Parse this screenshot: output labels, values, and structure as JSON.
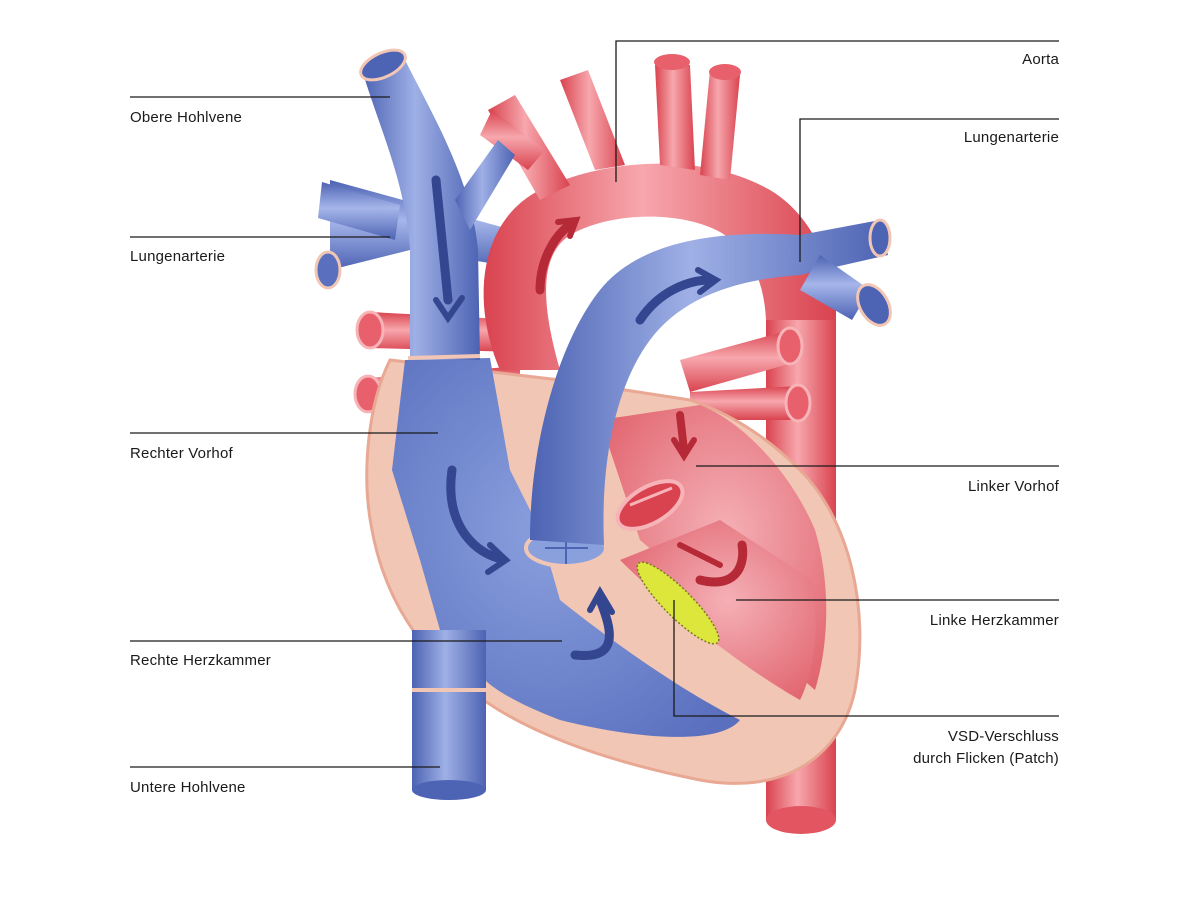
{
  "labels_left": [
    {
      "id": "obere-hohlvene",
      "text": "Obere Hohlvene"
    },
    {
      "id": "lungenarterie-left",
      "text": "Lungenarterie"
    },
    {
      "id": "rechter-vorhof",
      "text": "Rechter Vorhof"
    },
    {
      "id": "rechte-herzkammer",
      "text": "Rechte Herzkammer"
    },
    {
      "id": "untere-hohlvene",
      "text": "Untere Hohlvene"
    }
  ],
  "labels_right": [
    {
      "id": "aorta",
      "text": "Aorta"
    },
    {
      "id": "lungenarterie-right",
      "text": "Lungenarterie"
    },
    {
      "id": "linker-vorhof",
      "text": "Linker Vorhof"
    },
    {
      "id": "linke-herzkammer",
      "text": "Linke Herzkammer"
    },
    {
      "id": "vsd-verschluss",
      "text": "VSD-Verschluss",
      "text2": "durch Flicken (Patch)"
    }
  ],
  "colors": {
    "venous_blue": "#6f85c9",
    "venous_dark": "#34468f",
    "arterial_red": "#e8606b",
    "arterial_light": "#f6a2a8",
    "myocardium": "#f2c6b4",
    "patch": "#dde63a"
  }
}
